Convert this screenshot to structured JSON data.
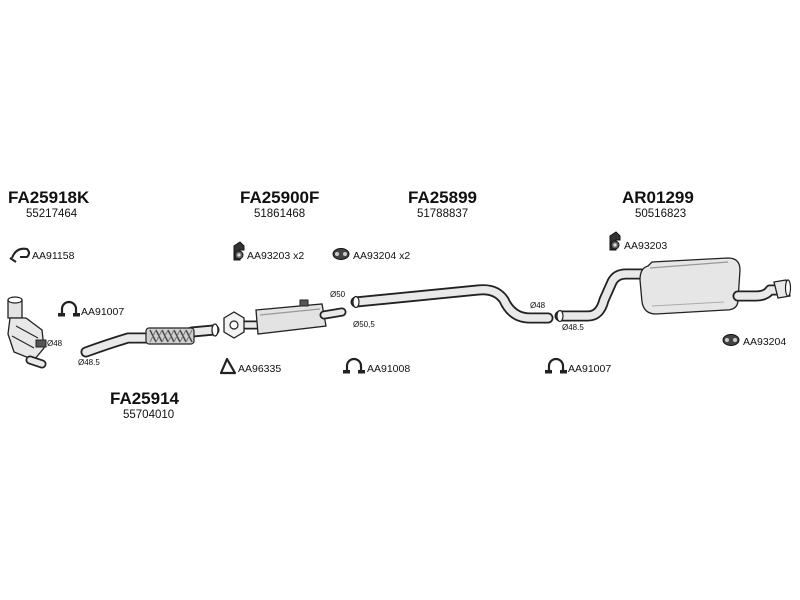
{
  "groups": [
    {
      "code": "FA25918K",
      "number": "55217464"
    },
    {
      "code": "FA25900F",
      "number": "51861468"
    },
    {
      "code": "FA25899",
      "number": "51788837"
    },
    {
      "code": "AR01299",
      "number": "50516823"
    },
    {
      "code": "FA25914",
      "number": "55704010"
    }
  ],
  "accessories": [
    {
      "label": "AA91158",
      "icon": "bracket-clip-icon"
    },
    {
      "label": "AA91007",
      "icon": "pipe-clamp-icon"
    },
    {
      "label": "AA93203 x2",
      "icon": "rubber-mount-icon"
    },
    {
      "label": "AA93204 x2",
      "icon": "rubber-ring-icon"
    },
    {
      "label": "AA93203",
      "icon": "rubber-mount-icon"
    },
    {
      "label": "AA96335",
      "icon": "triangle-gasket-icon"
    },
    {
      "label": "AA91008",
      "icon": "pipe-clamp-icon"
    },
    {
      "label": "AA91007",
      "icon": "pipe-clamp-icon"
    },
    {
      "label": "AA93204",
      "icon": "rubber-ring-icon"
    }
  ],
  "diameters": [
    "Ø48",
    "Ø48.5",
    "Ø50",
    "Ø50,5",
    "Ø48",
    "Ø48.5"
  ]
}
